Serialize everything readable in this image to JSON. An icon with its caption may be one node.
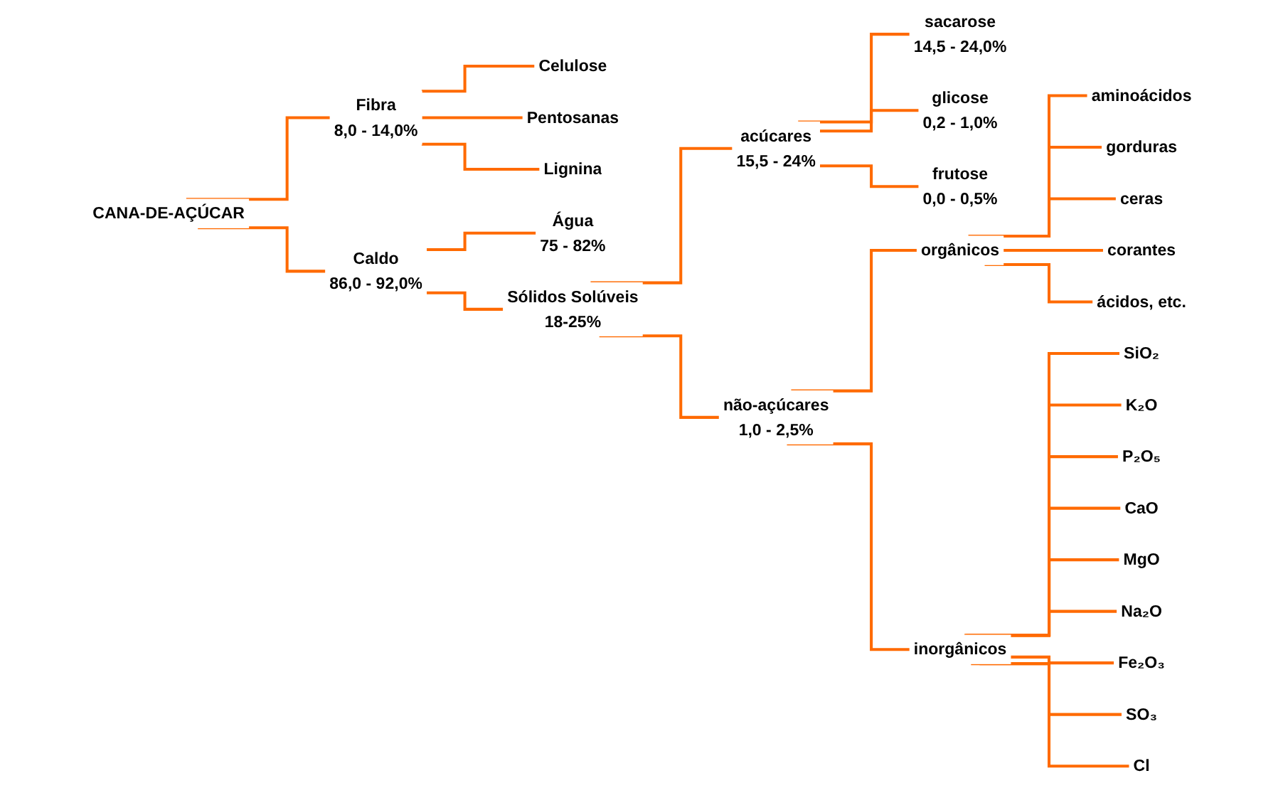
{
  "diagram": {
    "nodes": [
      {
        "text": [
          "CANA-DE-AÇÚCAR"
        ]
      },
      {
        "text": [
          "Fibra",
          "8,0 - 14,0%"
        ]
      },
      {
        "text": [
          "Celulose"
        ]
      },
      {
        "text": [
          "Pentosanas"
        ]
      },
      {
        "text": [
          "Lignina"
        ]
      },
      {
        "text": [
          "Caldo",
          "86,0 - 92,0%"
        ]
      },
      {
        "text": [
          "Água",
          "75 - 82%"
        ]
      },
      {
        "text": [
          "Sólidos Solúveis",
          "18-25%"
        ]
      },
      {
        "text": [
          "acúcares",
          "15,5 - 24%"
        ]
      },
      {
        "text": [
          "sacarose",
          "14,5 - 24,0%"
        ]
      },
      {
        "text": [
          "glicose",
          "0,2 - 1,0%"
        ]
      },
      {
        "text": [
          "frutose",
          "0,0 - 0,5%"
        ]
      },
      {
        "text": [
          "não-açúcares",
          "1,0 - 2,5%"
        ]
      },
      {
        "text": [
          "orgânicos"
        ]
      },
      {
        "text": [
          "aminoácidos"
        ]
      },
      {
        "text": [
          "gorduras"
        ]
      },
      {
        "text": [
          "ceras"
        ]
      },
      {
        "text": [
          "corantes"
        ]
      },
      {
        "text": [
          "ácidos, etc."
        ]
      },
      {
        "text": [
          "inorgânicos"
        ]
      },
      {
        "text": [
          "SiO₂"
        ]
      },
      {
        "text": [
          "K₂O"
        ]
      },
      {
        "text": [
          "P₂O₅"
        ]
      },
      {
        "text": [
          "CaO"
        ]
      },
      {
        "text": [
          "MgO"
        ]
      },
      {
        "text": [
          "Na₂O"
        ]
      },
      {
        "text": [
          "Fe₂O₃"
        ]
      },
      {
        "text": [
          "SO₃"
        ]
      },
      {
        "text": [
          "Cl"
        ]
      }
    ],
    "edges": [
      {
        "from": 0,
        "to": 1,
        "arrow": "none"
      },
      {
        "from": 0,
        "to": 5,
        "arrow": "none"
      },
      {
        "from": 1,
        "to": 2,
        "arrow": "none"
      },
      {
        "from": 1,
        "to": 3,
        "arrow": "none"
      },
      {
        "from": 1,
        "to": 4,
        "arrow": "none"
      },
      {
        "from": 5,
        "to": 6,
        "arrow": "none"
      },
      {
        "from": 5,
        "to": 7,
        "arrow": "none"
      },
      {
        "from": 7,
        "to": 8,
        "arrow": "none"
      },
      {
        "from": 7,
        "to": 12,
        "arrow": "none"
      },
      {
        "from": 8,
        "to": 9,
        "arrow": "none"
      },
      {
        "from": 8,
        "to": 10,
        "arrow": "none"
      },
      {
        "from": 8,
        "to": 11,
        "arrow": "none"
      },
      {
        "from": 12,
        "to": 13,
        "arrow": "none"
      },
      {
        "from": 12,
        "to": 19,
        "arrow": "none"
      },
      {
        "from": 13,
        "to": 14,
        "arrow": "none"
      },
      {
        "from": 13,
        "to": 15,
        "arrow": "none"
      },
      {
        "from": 13,
        "to": 16,
        "arrow": "none"
      },
      {
        "from": 13,
        "to": 17,
        "arrow": "none"
      },
      {
        "from": 13,
        "to": 18,
        "arrow": "none"
      },
      {
        "from": 19,
        "to": 20,
        "arrow": "none"
      },
      {
        "from": 19,
        "to": 21,
        "arrow": "none"
      },
      {
        "from": 19,
        "to": 22,
        "arrow": "none"
      },
      {
        "from": 19,
        "to": 23,
        "arrow": "none"
      },
      {
        "from": 19,
        "to": 24,
        "arrow": "none"
      },
      {
        "from": 19,
        "to": 25,
        "arrow": "none"
      },
      {
        "from": 19,
        "to": 26,
        "arrow": "none"
      },
      {
        "from": 19,
        "to": 27,
        "arrow": "none"
      },
      {
        "from": 19,
        "to": 28,
        "arrow": "none"
      }
    ]
  }
}
